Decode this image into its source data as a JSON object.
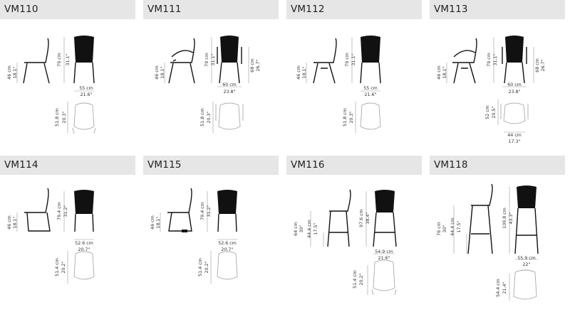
{
  "models": [
    {
      "code": "VM110",
      "seat_h_cm": "46 cm",
      "seat_h_in": "18.1\"",
      "h_cm": "79 cm",
      "h_in": "31.1\"",
      "w_cm": "55 cm",
      "w_in": "21.6\"",
      "d_cm": "51.8 cm",
      "d_in": "20.3\""
    },
    {
      "code": "VM111",
      "seat_h_cm": "46 cm",
      "seat_h_in": "18.1\"",
      "h_cm": "79 cm",
      "h_in": "31.1\"",
      "arm_h_cm": "68 cm",
      "arm_h_in": "26.7\"",
      "w_cm": "60 cm",
      "w_in": "23.8\"",
      "d_cm": "51.8 cm",
      "d_in": "20.3\""
    },
    {
      "code": "VM112",
      "seat_h_cm": "46 cm",
      "seat_h_in": "18.1\"",
      "h_cm": "79 cm",
      "h_in": "31.1\"",
      "w_cm": "55 cm",
      "w_in": "21.6\"",
      "d_cm": "51.8 cm",
      "d_in": "20.3\""
    },
    {
      "code": "VM113",
      "seat_h_cm": "46 cm",
      "seat_h_in": "18.1\"",
      "h_cm": "79 cm",
      "h_in": "31.1\"",
      "arm_h_cm": "68 cm",
      "arm_h_in": "26.7\"",
      "w_cm": "60 cm",
      "w_in": "23.8\"",
      "d_cm": "52 cm",
      "d_in": "20.5\"",
      "d2_cm": "44 cm",
      "d2_in": "17.3\""
    },
    {
      "code": "VM114",
      "seat_h_cm": "46 cm",
      "seat_h_in": "18.1\"",
      "h_cm": "79.4 cm",
      "h_in": "31.2\"",
      "w_cm": "52.6 cm",
      "w_in": "20.7\"",
      "d_cm": "51.4 cm",
      "d_in": "20.2\""
    },
    {
      "code": "VM115",
      "seat_h_cm": "46 cm",
      "seat_h_in": "18.1\"",
      "h_cm": "79.4 cm",
      "h_in": "31.2\"",
      "w_cm": "52.6 cm",
      "w_in": "20.7\"",
      "d_cm": "51.4 cm",
      "d_in": "20.2\""
    },
    {
      "code": "VM116",
      "seat_h_cm": "64 cm",
      "seat_h_in": "30\"",
      "foot_h_cm": "44.4 cm",
      "foot_h_in": "17.5\"",
      "h_cm": "97.6 cm",
      "h_in": "38.4\"",
      "w_cm": "54.9 cm",
      "w_in": "21.6\"",
      "d_cm": "51.4 cm",
      "d_in": "20.2\""
    },
    {
      "code": "VM118",
      "seat_h_cm": "76 cm",
      "seat_h_in": "30\"",
      "foot_h_cm": "44.4 cm",
      "foot_h_in": "17.5\"",
      "h_cm": "109.8 cm",
      "h_in": "43.3\"",
      "w_cm": "55.9 cm",
      "w_in": "22\"",
      "d_cm": "54.4 cm",
      "d_in": "21.4\""
    }
  ]
}
